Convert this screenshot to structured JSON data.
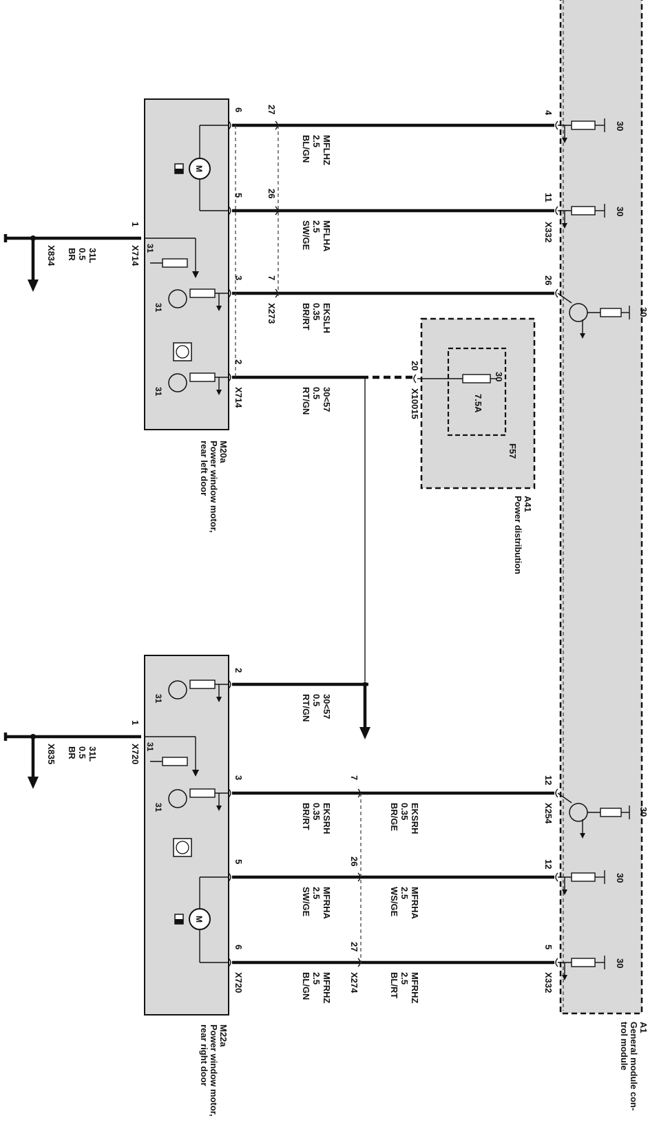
{
  "components": {
    "a1": {
      "id": "A1",
      "name": "General module con-\ntrol module",
      "name_l1": "General module con-",
      "name_l2": "trol module"
    },
    "a41": {
      "id": "A41",
      "name": "Power distribution",
      "fuse_id": "F57",
      "fuse_rating": "7.5A",
      "fuse_term": "30",
      "pin": "20",
      "connector": "X10015"
    },
    "m20a": {
      "id": "M20a",
      "name_l1": "Power window motor,",
      "name_l2": "rear left door"
    },
    "m22a": {
      "id": "M22a",
      "name_l1": "Power window motor,",
      "name_l2": "rear right door"
    }
  },
  "motor_glyph": "M",
  "term30": "30",
  "term31": "31",
  "left_wires": [
    {
      "pin": "6",
      "hub_pin": "27",
      "name": "MFLHZ",
      "size": "2.5",
      "color": "BL/GN",
      "a1_pin": "4"
    },
    {
      "pin": "5",
      "hub_pin": "26",
      "name": "MFLHA",
      "size": "2.5",
      "color": "SW/GE",
      "a1_pin": "11",
      "a1_connector": "X332"
    },
    {
      "pin": "3",
      "hub_pin": "7",
      "name": "EKSLH",
      "size": "0.35",
      "color": "BR/RT",
      "hub_connector": "X273",
      "a1_pin": "26"
    },
    {
      "pin": "2",
      "name": "30<57",
      "size": "0.5",
      "color": "RT/GN",
      "connector": "X714"
    }
  ],
  "left_ground": {
    "pin": "1",
    "connector": "X714",
    "name": "31L",
    "size": "0.5",
    "color": "BR",
    "ground_connector": "X834"
  },
  "right_supply": {
    "pin": "2",
    "name": "30<57",
    "size": "0.5",
    "color": "RT/GN"
  },
  "right_ground": {
    "pin": "1",
    "connector": "X720",
    "name": "31L",
    "size": "0.5",
    "color": "BR",
    "ground_connector": "X835"
  },
  "right_wires": [
    {
      "pin": "3",
      "hub_pin": "7",
      "name": "EKSRH",
      "size": "0.35",
      "color": "BR/RT",
      "name2": "EKSRH",
      "size2": "0.35",
      "color2": "BR/GE",
      "a1_pin": "12",
      "a1_connector": "X254"
    },
    {
      "pin": "5",
      "hub_pin": "26",
      "name": "MFRHA",
      "size": "2.5",
      "color": "SW/GE",
      "name2": "MFRHA",
      "size2": "2.5",
      "color2": "WS/GE",
      "a1_pin": "12"
    },
    {
      "pin": "6",
      "hub_pin": "27",
      "name": "MFRHZ",
      "size": "2.5",
      "color": "BL/GN",
      "name2": "MFRHZ",
      "size2": "2.5",
      "color2": "BL/RT",
      "a1_pin": "5",
      "a1_connector": "X332",
      "hub_connector": "X274",
      "connector": "X720"
    }
  ]
}
